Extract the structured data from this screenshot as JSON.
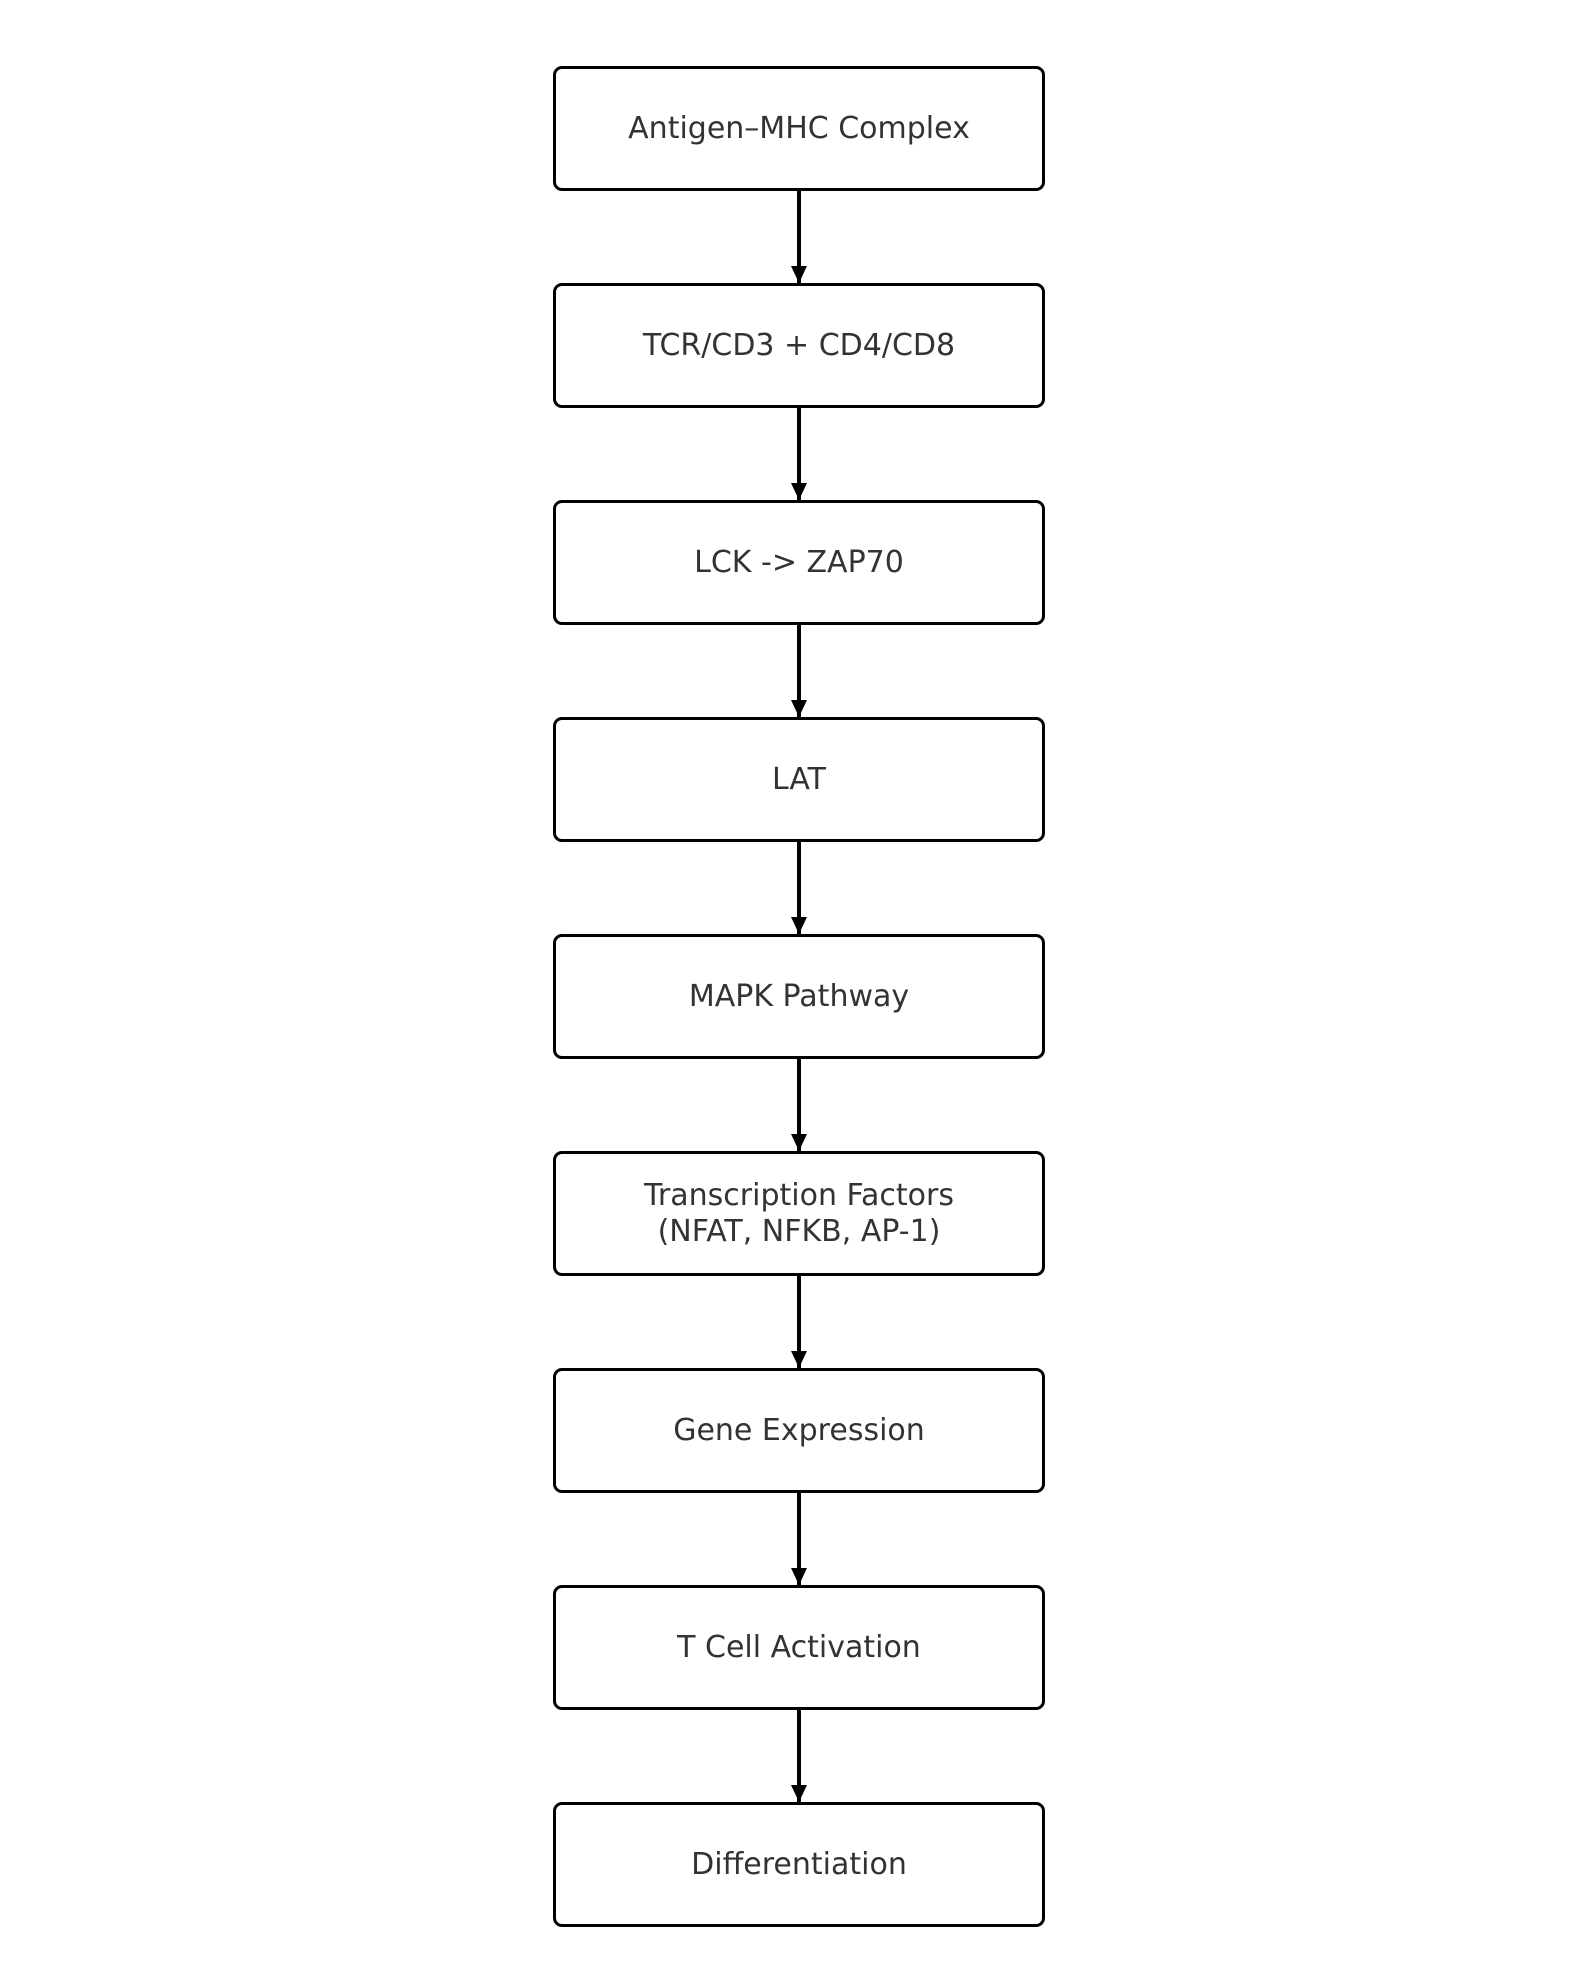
{
  "diagram": {
    "colors": {
      "background": "#ffffff",
      "box_fill": "#ffffff",
      "box_border": "#000000",
      "text": "#333333",
      "arrow": "#000000"
    },
    "nodes": [
      {
        "label": "Antigen–MHC Complex"
      },
      {
        "label": "TCR/CD3 + CD4/CD8"
      },
      {
        "label": "LCK -> ZAP70"
      },
      {
        "label": "LAT"
      },
      {
        "label": "MAPK Pathway"
      },
      {
        "label": "Transcription Factors\n(NFAT, NFKB, AP-1)"
      },
      {
        "label": "Gene Expression"
      },
      {
        "label": "T Cell Activation"
      },
      {
        "label": "Differentiation"
      }
    ],
    "edges": [
      {
        "from": 0,
        "to": 1
      },
      {
        "from": 1,
        "to": 2
      },
      {
        "from": 2,
        "to": 3
      },
      {
        "from": 3,
        "to": 4
      },
      {
        "from": 4,
        "to": 5
      },
      {
        "from": 5,
        "to": 6
      },
      {
        "from": 6,
        "to": 7
      },
      {
        "from": 7,
        "to": 8
      }
    ]
  }
}
